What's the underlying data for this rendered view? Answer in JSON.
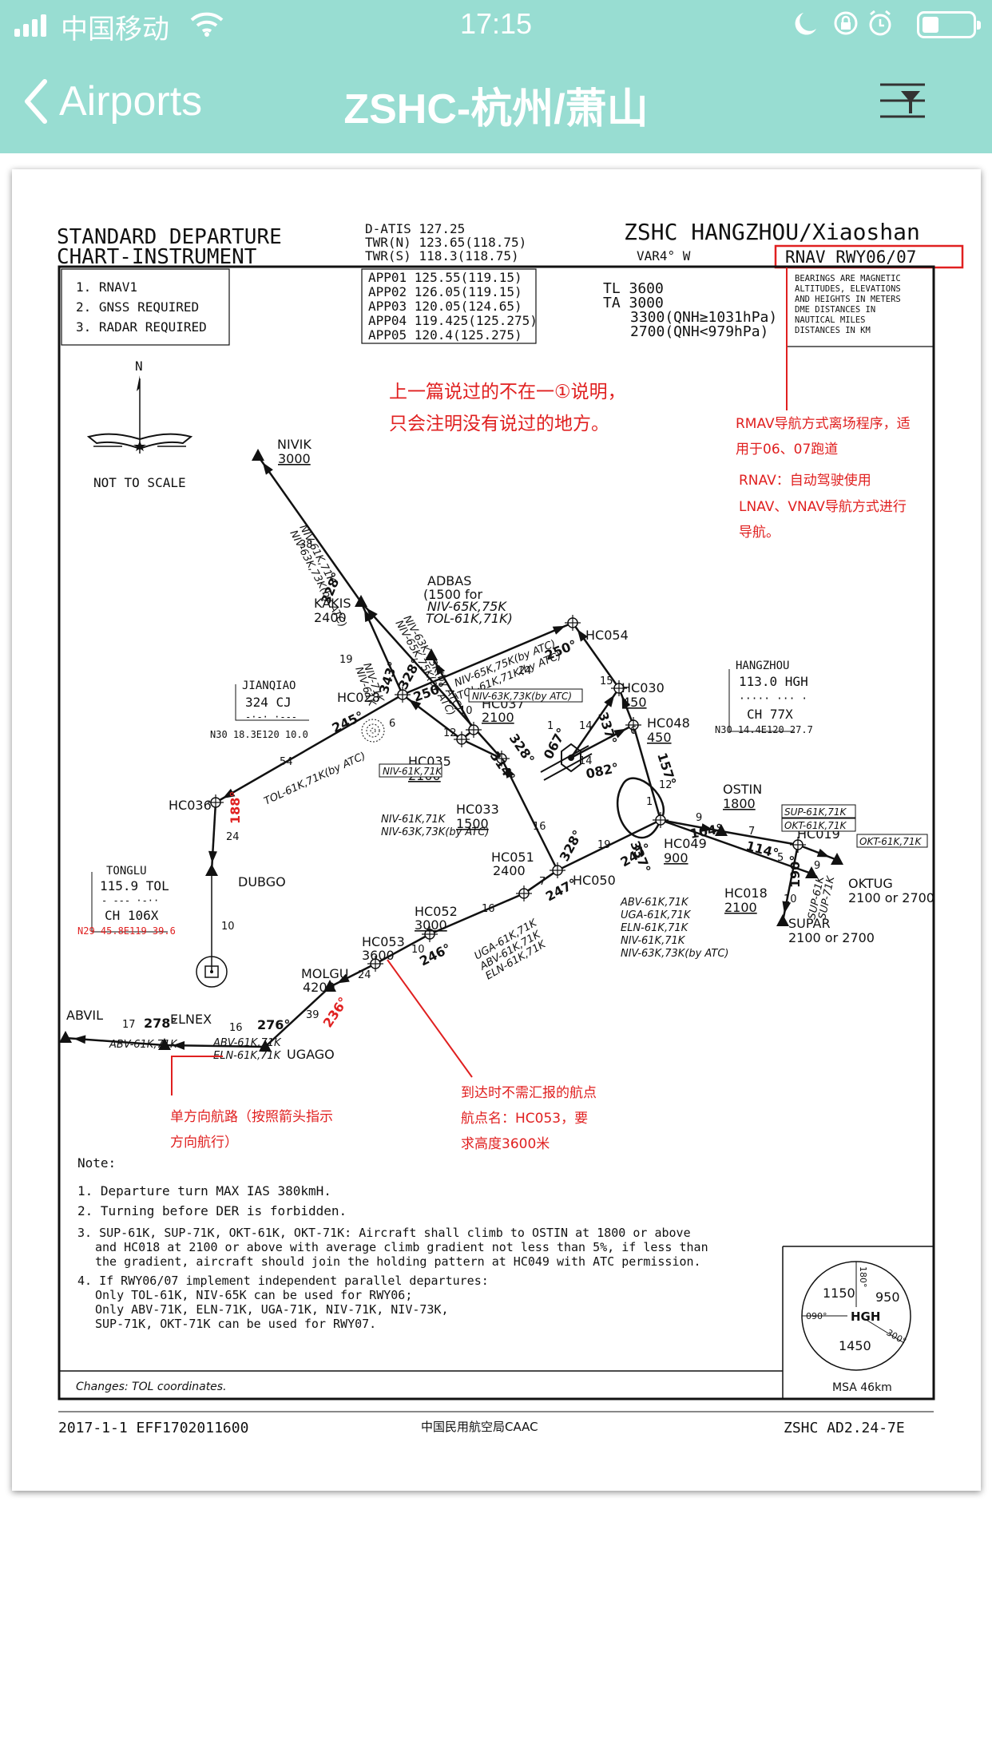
{
  "status": {
    "carrier": "中国移动",
    "time": "17:15"
  },
  "nav": {
    "back_label": "Airports",
    "title": "ZSHC-杭州/萧山"
  },
  "chart": {
    "title1": "STANDARD DEPARTURE",
    "title2": "CHART-INSTRUMENT",
    "freq": [
      "D-ATIS  127.25",
      "TWR(N)  123.65(118.75)",
      "TWR(S)  118.3(118.75)"
    ],
    "app": [
      "APP01  125.55(119.15)",
      "APP02  126.05(119.15)",
      "APP03  120.05(124.65)",
      "APP04  119.425(125.275)",
      "APP05  120.4(125.275)"
    ],
    "airport": "ZSHC  HANGZHOU/Xiaoshan",
    "var": "VAR4° W",
    "procedure": "RNAV  RWY06/07",
    "reqs": [
      "1. RNAV1",
      "2. GNSS REQUIRED",
      "3. RADAR REQUIRED"
    ],
    "tlta": [
      "TL  3600",
      "TA  3000",
      "3300(QNH≥1031hPa)",
      "2700(QNH<979hPa)"
    ],
    "bearings": [
      "BEARINGS  ARE  MAGNETIC",
      "ALTITUDES,  ELEVATIONS",
      "AND  HEIGHTS  IN  METERS",
      "DME      DISTANCES     IN",
      "NAUTICAL             MILES",
      "DISTANCES  IN  KM"
    ],
    "north": "N",
    "scale": "NOT TO SCALE",
    "notes_title": "Note:",
    "notes": [
      "1. Departure turn MAX IAS 380kmH.",
      "2. Turning before DER is forbidden.",
      "3. SUP-61K, SUP-71K, OKT-61K, OKT-71K: Aircraft shall climb to OSTIN at 1800 or above",
      "and HC018 at 2100 or above with average climb gradient not less than 5%, if less than",
      "the gradient, aircraft should join the holding pattern at HC049 with ATC permission.",
      "4. If RWY06/07 implement independent parallel departures:",
      "Only TOL-61K, NIV-65K can be used for RWY06;",
      "Only ABV-71K, ELN-71K, UGA-71K, NIV-71K, NIV-73K,",
      "SUP-71K, OKT-71K can be used for RWY07."
    ],
    "changes": "Changes: TOL coordinates.",
    "msa": {
      "n180": "180°",
      "s1150": "1150",
      "s950": "950",
      "s1450": "1450",
      "w090": "090°",
      "e300": "300°",
      "hgh": "HGH",
      "label": "MSA 46km"
    },
    "footer": {
      "date": "2017-1-1  EFF1702011600",
      "authority": "中国民用航空局CAAC",
      "page": "ZSHC  AD2.24-7E"
    },
    "hangzhou": [
      "HANGZHOU",
      "113.0  HGH",
      "CH  77X",
      "N30  14.4E120  27.7"
    ],
    "jianqiao": [
      "JIANQIAO",
      "324  CJ",
      "N30  18.3E120  10.0"
    ],
    "tonglu": [
      "TONGLU",
      "115.9  TOL",
      "CH  106X",
      "N29  45.8E119  39.6"
    ],
    "wpt": {
      "nivik": "NIVIK",
      "nivik_alt": "3000",
      "kakis": "KAKIS",
      "kakis_alt": "2400",
      "adbas": "ADBAS",
      "adbas_1": "(1500 for",
      "adbas_2": "NIV-65K,75K",
      "adbas_3": "TOL-61K,71K)",
      "hc054": "HC054",
      "hc030": "HC030",
      "hc030_alt": "450",
      "hc048": "HC048",
      "hc048_alt": "450",
      "hc028": "HC028",
      "hc037": "HC037",
      "hc037_alt": "2100",
      "hc035": "HC035",
      "hc035_alt": "2100",
      "hc036": "HC036",
      "hc033": "HC033",
      "hc033_alt": "1500",
      "ostin": "OSTIN",
      "ostin_alt": "1800",
      "hc019": "HC019",
      "hc049": "HC049",
      "hc049_alt": "900",
      "hc051": "HC051",
      "hc051_alt": "2400",
      "hc050": "HC050",
      "hc018": "HC018",
      "hc018_alt": "2100",
      "oktug": "OKTUG",
      "oktug_alt": "2100 or 2700",
      "supar": "SUPAR",
      "supar_alt": "2100 or 2700",
      "dubgo": "DUBGO",
      "hc052": "HC052",
      "hc052_alt": "3000",
      "hc053": "HC053",
      "hc053_alt": "3600",
      "molgu": "MOLGU",
      "molgu_alt": "4200",
      "abvil": "ABVIL",
      "elnex": "ELNEX",
      "ugago": "UGAGO"
    },
    "lbl": {
      "nivk": "NIV-61K,71K",
      "nivk2": "NIV-63K,73K(by ATC)",
      "tol": "NIV-65K,75K(by ATC)",
      "tol2": "TOL-61K,71K(by ATC)",
      "n6371": "NIV-63K,73K(by ATC)",
      "niv6171": "NIV-61K,71K",
      "tolby": "TOL-61K,71K(by ATC)",
      "nivmid": "NIV-61K,71K",
      "nivmid2": "NIV-63K,73K(by ATC)",
      "sup": "SUP-61K,71K",
      "okt": "OKT-61K,71K",
      "okt2": "OKT-61K,71K",
      "abvlist": [
        "ABV-61K,71K",
        "UGA-61K,71K",
        "ELN-61K,71K",
        "NIV-61K,71K",
        "NIV-63K,73K(by ATC)"
      ],
      "uga": "UGA-61K,71K",
      "abv": "ABV-61K,71K",
      "eln": "ELN-61K,71K",
      "abvw": "ABV-61K,71K",
      "abvu": "ABV-61K,71K",
      "elnu": "ELN-61K,71K",
      "supv": "SUP-61K",
      "supv2": "SUP-71K",
      "nivs": "NIV-61K",
      "nivs2": "NIV-71K",
      "nivr": "NIV-63K,73K(by ATC)",
      "nivr2": "NIV-65K,75K(by ATC)",
      "nivr3": "NIV-61K,71K"
    },
    "crs": {
      "c328": "328°",
      "c343": "343°",
      "c328b": "328°",
      "c250": "250°",
      "c250b": "250°",
      "c245": "245°",
      "c337": "337°",
      "c067": "067°",
      "c082": "082°",
      "c157": "157°",
      "c314": "314°",
      "c328c": "328°",
      "c328d": "328°",
      "c188": "188°",
      "c104": "104°",
      "c114": "114°",
      "c190": "190°",
      "c247": "247°",
      "c337b": "337°",
      "c247b": "247°",
      "c246": "246°",
      "c236": "236°",
      "c278": "278°",
      "c276": "276°"
    },
    "dist": {
      "d38": "38",
      "d19": "19",
      "d10": "10",
      "d12": "12",
      "d6": "6",
      "d24": "24",
      "d15": "15",
      "d14": "14",
      "d14b": "14",
      "d6b": "6",
      "d12b": "12",
      "d54": "54",
      "d24b": "24",
      "d10b": "10",
      "d16": "16",
      "d9": "9",
      "d7": "7",
      "d5": "5",
      "d9b": "9",
      "d10c": "10",
      "d19b": "19",
      "d7b": "7",
      "d16b": "16",
      "d10d": "10",
      "d24c": "24",
      "d39": "39",
      "d17": "17",
      "d16c": "16",
      "d1": "1",
      "d1b": "1"
    }
  },
  "annot": {
    "top": "上一篇说过的不在一①说明，",
    "top2": "只会注明没有说过的地方。",
    "rmav1": "RMAV导航方式离场程序，适",
    "rmav2": "用于06、07跑道",
    "rnav1": "RNAV：自动驾驶使用",
    "rnav2": "LNAV、VNAV导航方式进行",
    "rnav3": "导航。",
    "one1": "单方向航路（按照箭头指示",
    "one2": "方向航行）",
    "wp1": "到达时不需汇报的航点",
    "wp2": "航点名：HC053，要",
    "wp3": "求高度3600米"
  },
  "colors": {
    "bar": "#98ddd2",
    "annot": "#e02020",
    "chart": "#111111"
  }
}
